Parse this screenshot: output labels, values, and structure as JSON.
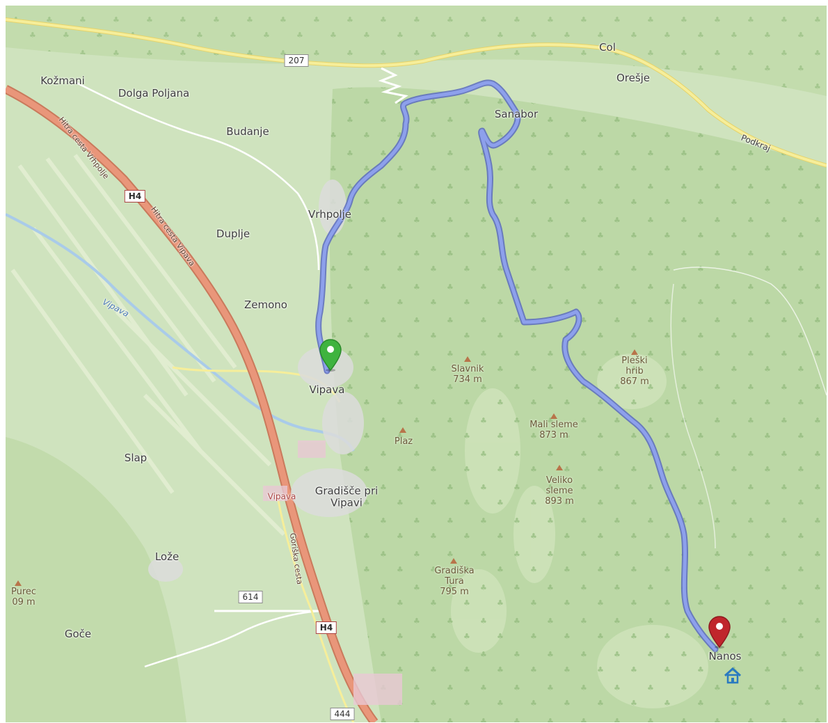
{
  "map": {
    "colors": {
      "forest": "#bcd8a6",
      "meadow": "#d8eac6",
      "route": "#7c8fe0",
      "route_edge": "#5a6bc0",
      "motorway": "#e9967a",
      "road": "#f6ee9a",
      "water": "#a9cbe9",
      "start_marker": "#3fb33f",
      "end_marker": "#c0262c"
    },
    "places": [
      {
        "id": "kozmani",
        "label": "Kožmani"
      },
      {
        "id": "dolga-poljana",
        "label": "Dolga Poljana"
      },
      {
        "id": "budanje",
        "label": "Budanje"
      },
      {
        "id": "vrhpolje",
        "label": "Vrhpolje"
      },
      {
        "id": "duplje",
        "label": "Duplje"
      },
      {
        "id": "zemono",
        "label": "Zemono"
      },
      {
        "id": "vipava",
        "label": "Vipava"
      },
      {
        "id": "slap",
        "label": "Slap"
      },
      {
        "id": "gradisce",
        "label": "Gradišče pri\nVipavi"
      },
      {
        "id": "lože",
        "label": "Lože"
      },
      {
        "id": "gorje",
        "label": "Goče"
      },
      {
        "id": "col",
        "label": "Col"
      },
      {
        "id": "oresje",
        "label": "Orešje"
      },
      {
        "id": "sanabor",
        "label": "Sanabor"
      },
      {
        "id": "nanos",
        "label": "Nanos"
      },
      {
        "id": "podkraj",
        "label": "Podkraj"
      },
      {
        "id": "vipava-station",
        "label": "Vipava"
      }
    ],
    "peaks": [
      {
        "id": "slavnik",
        "label": "Slavnik\n734 m"
      },
      {
        "id": "plaz",
        "label": "Plaz"
      },
      {
        "id": "mali-sleme",
        "label": "Mali sleme\n873 m"
      },
      {
        "id": "veliko-sleme",
        "label": "Veliko\nsleme\n893 m"
      },
      {
        "id": "gradiska-tura",
        "label": "Gradiška\nTura\n795 m"
      },
      {
        "id": "pleski-hrib",
        "label": "Pleški\nhrib\n867 m"
      },
      {
        "id": "purec",
        "label": "Purec\n09 m"
      }
    ],
    "road_shields": [
      {
        "id": "r207",
        "label": "207",
        "kind": "road"
      },
      {
        "id": "h4-north",
        "label": "H4",
        "kind": "hwy"
      },
      {
        "id": "h4-south",
        "label": "H4",
        "kind": "hwy"
      },
      {
        "id": "r614",
        "label": "614",
        "kind": "road"
      },
      {
        "id": "r444",
        "label": "444",
        "kind": "road"
      }
    ],
    "road_labels": [
      {
        "id": "motorway-name-1",
        "label": "Hitra cesta Vrhpolje"
      },
      {
        "id": "motorway-name-2",
        "label": "Hitra cesta Vipava"
      },
      {
        "id": "gorica-road",
        "label": "Goriška cesta"
      },
      {
        "id": "river-vipava",
        "label": "Vipava"
      }
    ],
    "markers": {
      "start": "start-marker",
      "end": "end-marker",
      "hut": "mountain-hut-icon"
    }
  }
}
